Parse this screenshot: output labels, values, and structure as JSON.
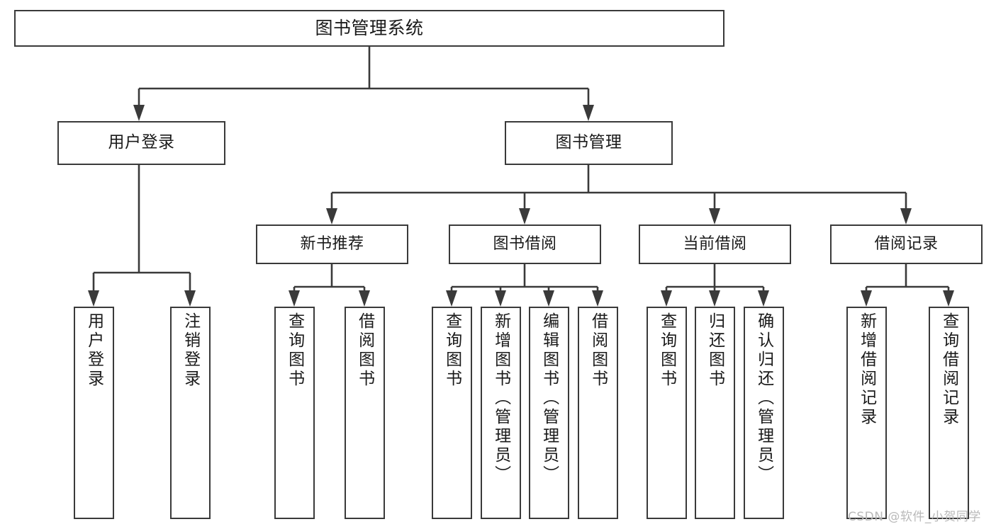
{
  "diagram": {
    "title": "图书管理系统",
    "type": "hierarchy-tree",
    "watermark": "CSDN @软件_小贺同学",
    "colors": {
      "line": "#3a3a3a",
      "box_border": "#3a3a3a",
      "box_fill": "#ffffff",
      "text": "#1a1a1a",
      "background": "#ffffff",
      "watermark": "#b9b9b9"
    }
  },
  "root": {
    "label": "图书管理系统"
  },
  "level2": [
    {
      "label": "用户登录"
    },
    {
      "label": "图书管理"
    }
  ],
  "level3": [
    {
      "label": "新书推荐"
    },
    {
      "label": "图书借阅"
    },
    {
      "label": "当前借阅"
    },
    {
      "label": "借阅记录"
    }
  ],
  "leaves": {
    "user_login": [
      {
        "label": "用户登录"
      },
      {
        "label": "注销登录"
      }
    ],
    "new_book_recommend": [
      {
        "label": "查询图书"
      },
      {
        "label": "借阅图书"
      }
    ],
    "book_borrow": [
      {
        "label": "查询图书"
      },
      {
        "label": "新增图书（管理员）"
      },
      {
        "label": "编辑图书（管理员）"
      },
      {
        "label": "借阅图书"
      }
    ],
    "current_borrow": [
      {
        "label": "查询图书"
      },
      {
        "label": "归还图书"
      },
      {
        "label": "确认归还（管理员）"
      }
    ],
    "borrow_record": [
      {
        "label": "新增借阅记录"
      },
      {
        "label": "查询借阅记录"
      }
    ]
  }
}
